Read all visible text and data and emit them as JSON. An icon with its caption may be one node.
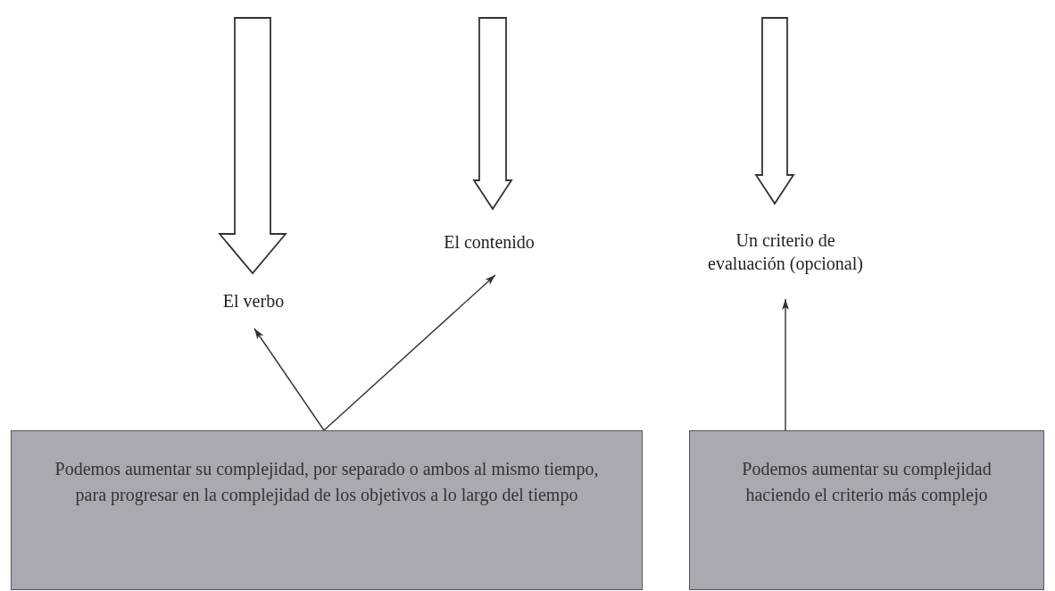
{
  "diagram": {
    "nodes": [
      {
        "text": [
          "El verbo"
        ]
      },
      {
        "text": [
          "El contenido"
        ]
      },
      {
        "text": [
          "Un criterio de evaluación (opcional)"
        ]
      },
      {
        "text": [
          "Podemos aumentar su complejidad, por separado o ambos al mismo tiempo, para progresar en la complejidad de los objetivos a lo largo del tiempo"
        ]
      },
      {
        "text": [
          "Podemos aumentar su complejidad haciendo el criterio más complejo"
        ]
      }
    ],
    "edges": [
      {
        "from": null,
        "to": 0,
        "arrow": "to",
        "style": "thick"
      },
      {
        "from": null,
        "to": 1,
        "arrow": "to",
        "style": "thick"
      },
      {
        "from": null,
        "to": 2,
        "arrow": "to",
        "style": "thick"
      },
      {
        "from": 3,
        "to": 0,
        "arrow": "to"
      },
      {
        "from": 3,
        "to": 1,
        "arrow": "to"
      },
      {
        "from": 4,
        "to": 2,
        "arrow": "to"
      }
    ]
  }
}
